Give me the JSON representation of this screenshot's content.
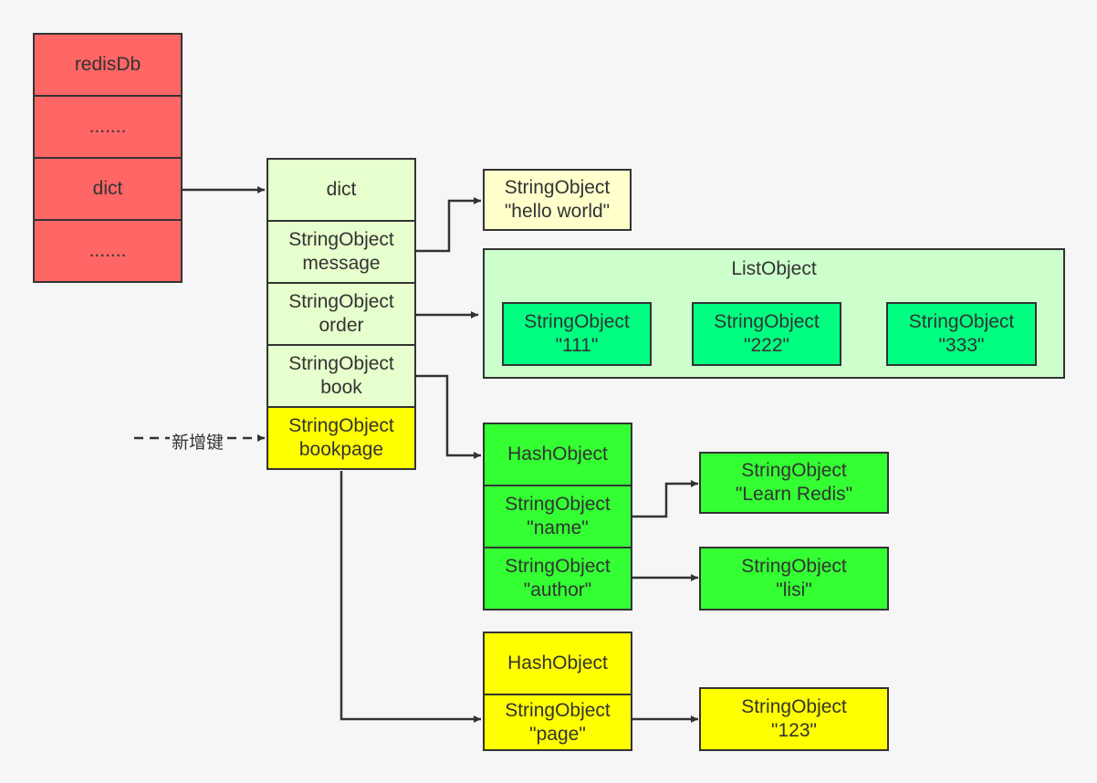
{
  "redisdb": {
    "rows": [
      "redisDb",
      ".......",
      "dict",
      "......."
    ]
  },
  "dict": {
    "header": "dict",
    "entries": [
      {
        "line1": "StringObject",
        "line2": "message"
      },
      {
        "line1": "StringObject",
        "line2": "order"
      },
      {
        "line1": "StringObject",
        "line2": "book"
      },
      {
        "line1": "StringObject",
        "line2": "bookpage"
      }
    ]
  },
  "message_value": {
    "line1": "StringObject",
    "line2": "\"hello world\""
  },
  "list_object": {
    "title": "ListObject",
    "items": [
      {
        "line1": "StringObject",
        "line2": "\"111\""
      },
      {
        "line1": "StringObject",
        "line2": "\"222\""
      },
      {
        "line1": "StringObject",
        "line2": "\"333\""
      }
    ]
  },
  "book_hash": {
    "header": "HashObject",
    "fields": [
      {
        "line1": "StringObject",
        "line2": "\"name\""
      },
      {
        "line1": "StringObject",
        "line2": "\"author\""
      }
    ],
    "values": [
      {
        "line1": "StringObject",
        "line2": "\"Learn Redis\""
      },
      {
        "line1": "StringObject",
        "line2": "\"lisi\""
      }
    ]
  },
  "bookpage_hash": {
    "header": "HashObject",
    "field": {
      "line1": "StringObject",
      "line2": "\"page\""
    },
    "value": {
      "line1": "StringObject",
      "line2": "\"123\""
    }
  },
  "new_key_label": "新增键",
  "colors": {
    "redisdb": "#ff6666",
    "dict": "#e6ffcc",
    "new_key": "#ffff00",
    "message_value": "#ffffcc",
    "list_container": "#ccffcc",
    "list_item": "#00ff80",
    "hash": "#33ff33",
    "border": "#333333"
  }
}
